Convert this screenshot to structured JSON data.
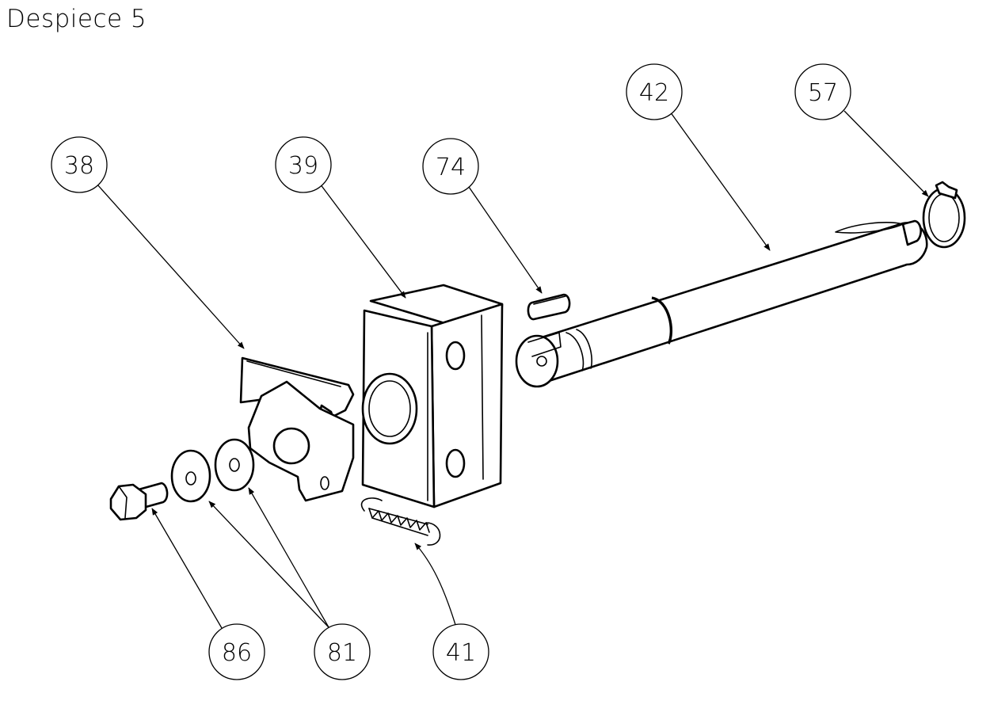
{
  "title": "Despiece 5",
  "callouts": [
    {
      "id": "38",
      "label": "38"
    },
    {
      "id": "39",
      "label": "39"
    },
    {
      "id": "74",
      "label": "74"
    },
    {
      "id": "42",
      "label": "42"
    },
    {
      "id": "57",
      "label": "57"
    },
    {
      "id": "86",
      "label": "86"
    },
    {
      "id": "81",
      "label": "81"
    },
    {
      "id": "41",
      "label": "41"
    }
  ]
}
